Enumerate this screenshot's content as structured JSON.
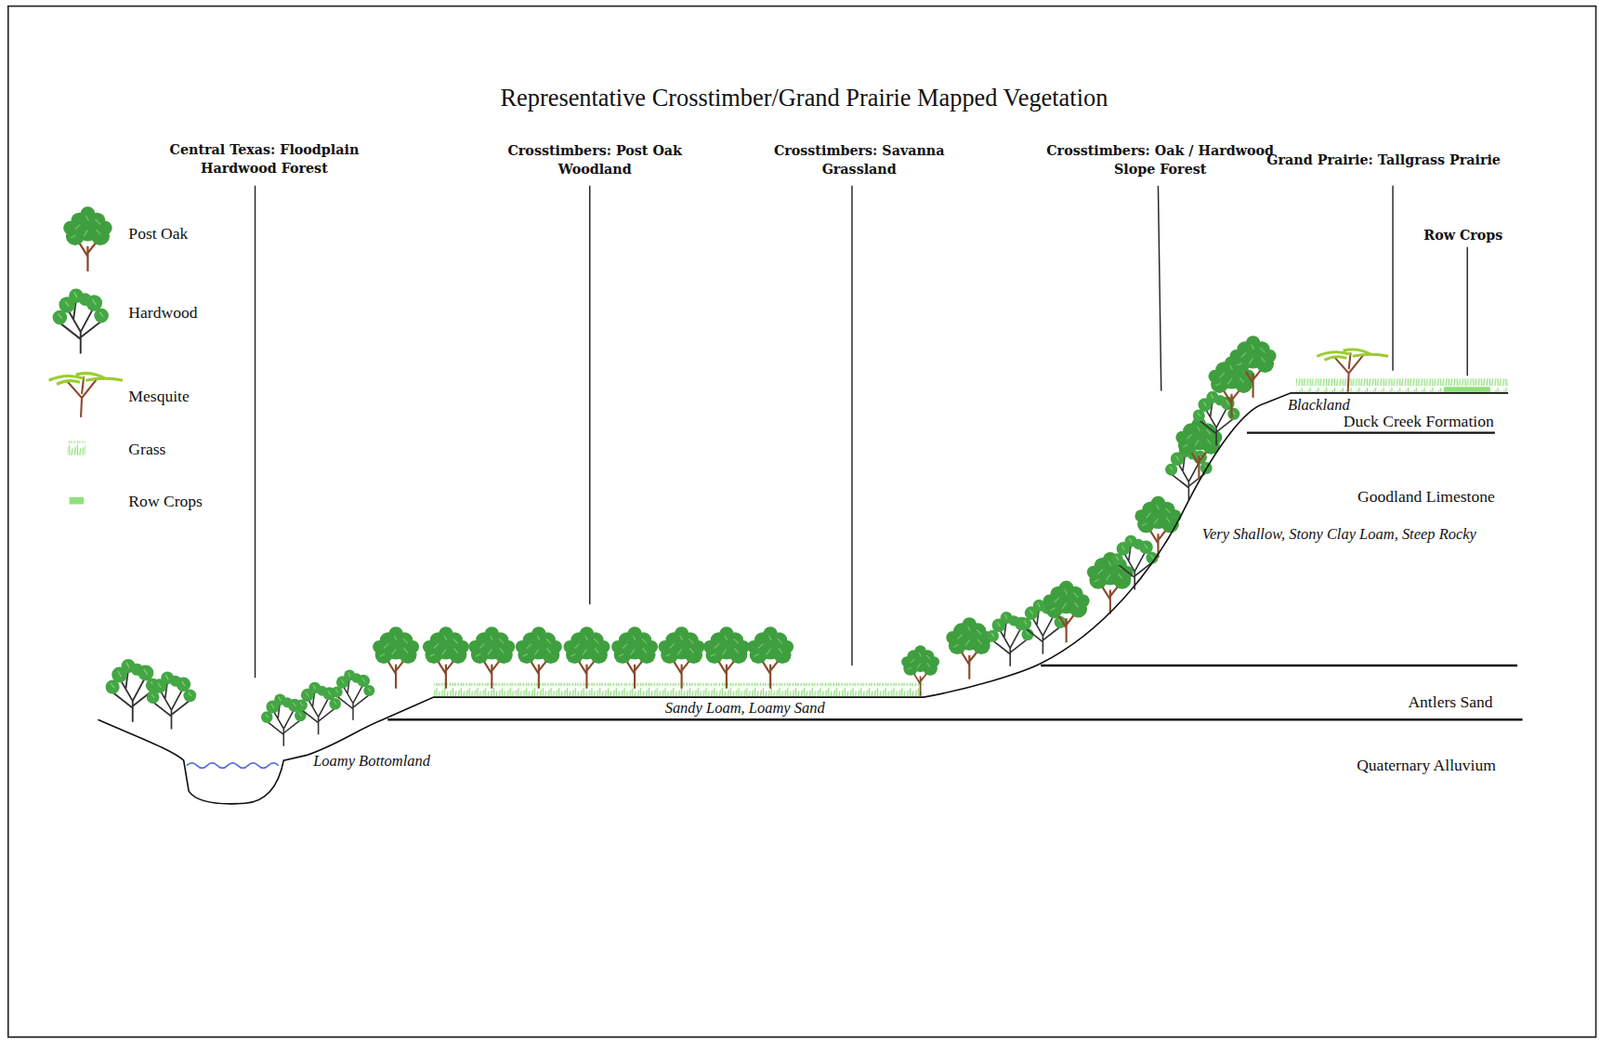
{
  "diagram": {
    "title": "Representative Crosstimber/Grand Prairie Mapped Vegetation",
    "labels": [
      "Central Texas: Floodplain Hardwood Forest",
      "Crosstimbers: Post Oak Woodland",
      "Crosstimbers: Savanna Grassland",
      "Crosstimbers: Oak / Hardwood Slope Forest",
      "Grand Prairie: Tallgrass Prairie",
      "Row Crops",
      "Loamy Bottomland",
      "Sandy Loam, Loamy Sand",
      "Very Shallow, Stony Clay Loam, Steep Rocky",
      "Blackland",
      "Duck Creek Formation",
      "Goodland Limestone",
      "Antlers Sand",
      "Quaternary Alluvium"
    ],
    "legend": [
      {
        "text": "Post Oak"
      },
      {
        "text": "Hardwood"
      },
      {
        "text": "Mesquite"
      },
      {
        "text": "Grass"
      },
      {
        "text": "Row Crops",
        "color": "#8fe07a"
      }
    ]
  }
}
